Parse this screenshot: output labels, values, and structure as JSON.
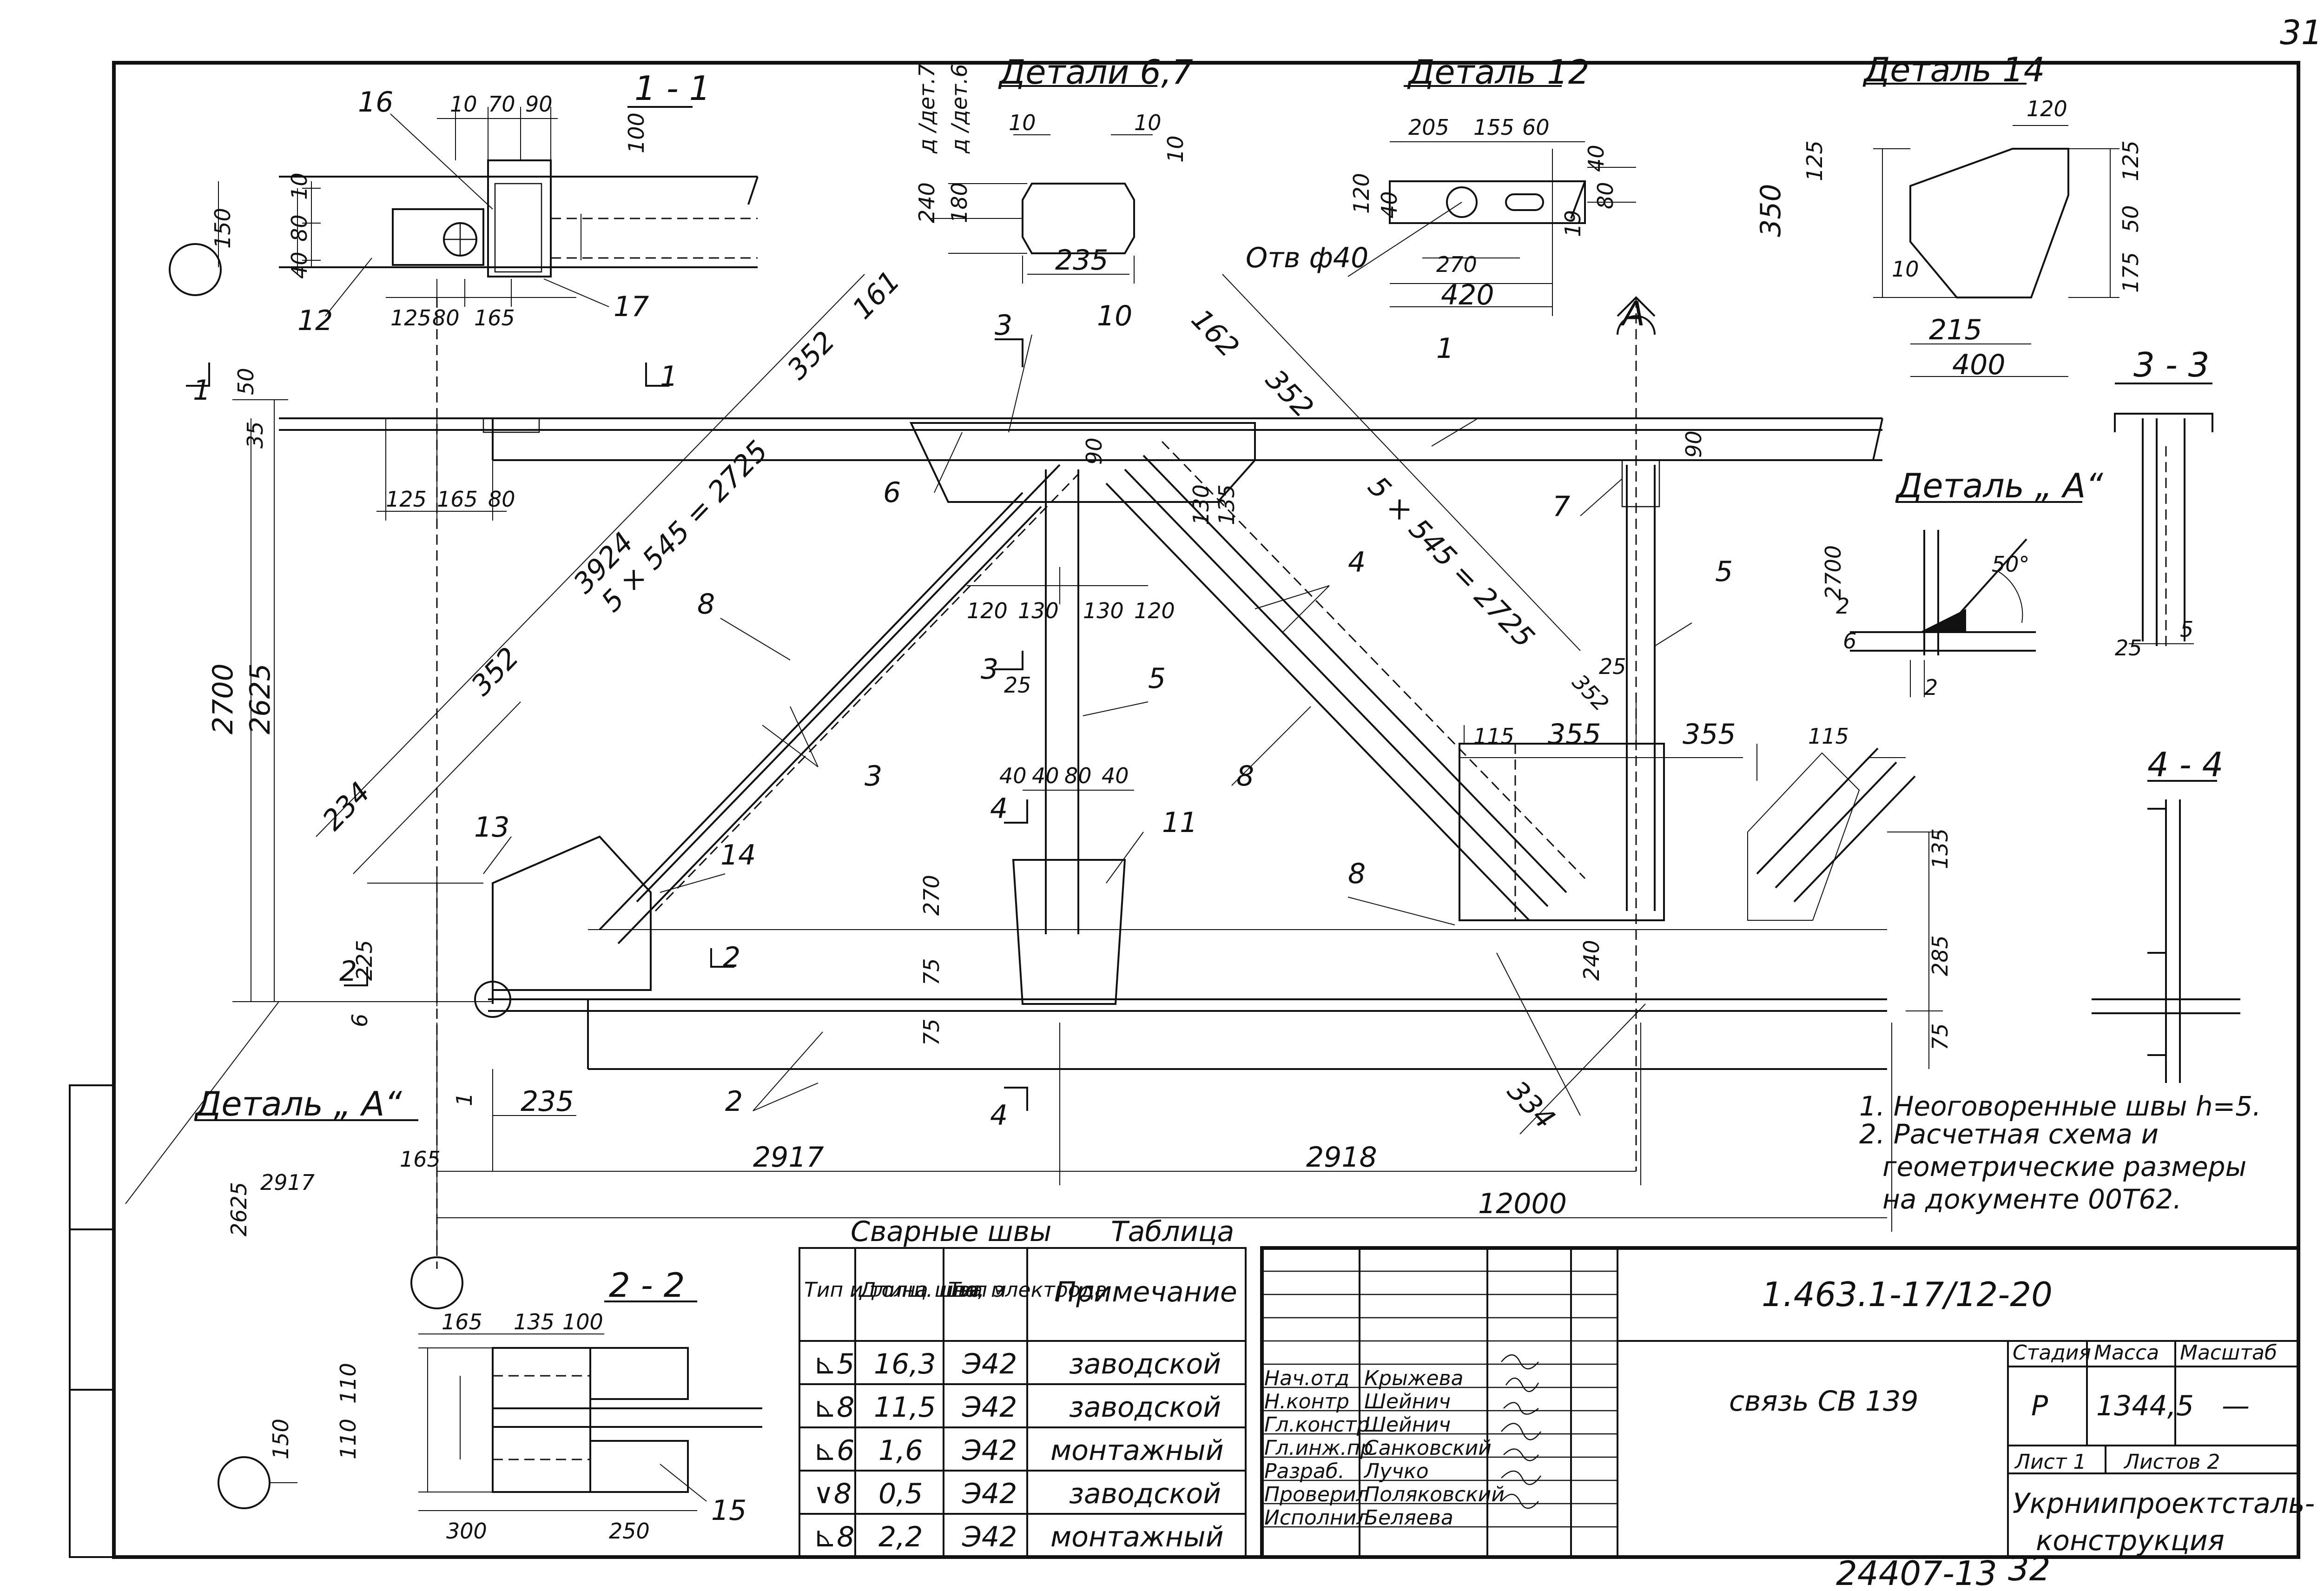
{
  "page_number": "31",
  "sheet_bottom_number": "32",
  "archive_number": "24407-13",
  "drawing": {
    "details": {
      "d67_title": "Детали 6,7",
      "d12_title": "Деталь 12",
      "d14_title": "Деталь 14",
      "detail_a_title": "Деталь „ А“",
      "detail_a_callout": "Деталь „ А“",
      "hole_label": "Отв ф40",
      "d67_side_a": "д /дет.7",
      "d67_side_b": "д /дет.6"
    },
    "sections": {
      "s11": "1 - 1",
      "s22": "2 - 2",
      "s33": "3 - 3",
      "s44": "4 - 4"
    },
    "dimensions": {
      "d_10": "10",
      "d_70": "70",
      "d_90": "90",
      "d_100": "100",
      "d_150": "150",
      "d_80": "80",
      "d_40": "40",
      "d_125": "125",
      "d_165": "165",
      "d_235": "235",
      "d_240": "240",
      "d_180": "180",
      "d_205": "205",
      "d_155": "155",
      "d_60": "60",
      "d_120": "120",
      "d_270": "270",
      "d_420": "420",
      "d_19": "19",
      "d_350": "350",
      "d_175": "175",
      "d_215": "215",
      "d_400": "400",
      "d_50": "50",
      "d_35": "35",
      "d_161": "161",
      "d_162": "162",
      "d_352": "352",
      "d_3924": "3924",
      "d_5x545": "5 × 545 = 2725",
      "d_5x545b": "5 × 545 = 2725",
      "d_2700": "2700",
      "d_2625": "2625",
      "d_130": "130",
      "d_25": "25",
      "d_115": "115",
      "d_355": "355",
      "d_135": "135",
      "d_285": "285",
      "d_75": "75",
      "d_225": "225",
      "d_6": "6",
      "d_234": "234",
      "d_334": "334",
      "d_2917": "2917",
      "d_2918": "2918",
      "d_12000": "12000",
      "d_300": "300",
      "d_250": "250",
      "d_110": "110",
      "d_2700b": "2700",
      "d_50deg": "50°",
      "d_2": "2",
      "d_5": "5",
      "d_1": "1",
      "d_1_1": "1"
    },
    "positions": {
      "p1": "1",
      "p2": "2",
      "p3": "3",
      "p4": "4",
      "p5": "5",
      "p6": "6",
      "p7": "7",
      "p8": "8",
      "p10": "10",
      "p11": "11",
      "p12": "12",
      "p13": "13",
      "p14": "14",
      "p15": "15",
      "p16": "16",
      "p17": "17",
      "pA": "А"
    },
    "cuts": {
      "c1": "1",
      "c2": "2",
      "c3": "3",
      "c4": "4"
    }
  },
  "notes": {
    "line1": "1. Неоговоренные швы h=5.",
    "line2": "2. Расчетная схема и",
    "line3": "геометрические размеры",
    "line4": "на документе 00Т62."
  },
  "weld_table": {
    "title": "Сварные швы",
    "title_right": "Таблица",
    "headers": [
      "Тип и толщ. шва",
      "Длина шва, м",
      "Тип электрода",
      "Примечание"
    ],
    "rows": [
      {
        "type": "⊾5",
        "len": "16,3",
        "el": "Э42",
        "note": "заводской"
      },
      {
        "type": "⊾8",
        "len": "11,5",
        "el": "Э42",
        "note": "заводской"
      },
      {
        "type": "⊾6",
        "len": "1,6",
        "el": "Э42",
        "note": "монтажный"
      },
      {
        "type": "∨8",
        "len": "0,5",
        "el": "Э42",
        "note": "заводской"
      },
      {
        "type": "⊾8",
        "len": "2,2",
        "el": "Э42",
        "note": "монтажный"
      }
    ]
  },
  "title_block": {
    "doc_code": "1.463.1-17/12-20",
    "item_name": "связь СВ 139",
    "stage_label": "Стадия",
    "mass_label": "Масса",
    "scale_label": "Масштаб",
    "stage_value": "Р",
    "mass_value": "1344,5",
    "scale_value": "—",
    "sheet_label": "Лист 1",
    "sheets_label": "Листов 2",
    "org_line1": "Укрниипроектсталь-",
    "org_line2": "конструкция",
    "roles": [
      {
        "role": "Нач.отд",
        "name": "Крыжева"
      },
      {
        "role": "Н.контр",
        "name": "Шейнич"
      },
      {
        "role": "Гл.констр",
        "name": "Шейнич"
      },
      {
        "role": "Гл.инж.пр",
        "name": "Санковский"
      },
      {
        "role": "Разраб.",
        "name": "Лучко"
      },
      {
        "role": "Проверил",
        "name": "Поляковский"
      },
      {
        "role": "Исполнил",
        "name": "Беляева"
      }
    ]
  }
}
